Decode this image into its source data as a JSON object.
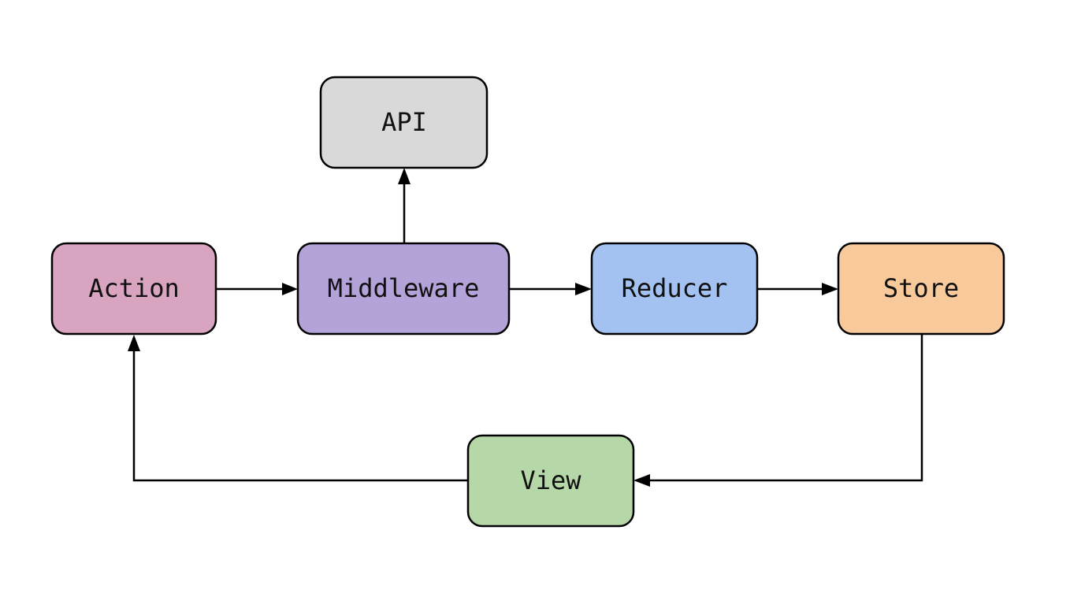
{
  "diagram": {
    "nodes": [
      {
        "id": "api",
        "label": "API",
        "color": "#d9d9d9"
      },
      {
        "id": "action",
        "label": "Action",
        "color": "#d8a4bf"
      },
      {
        "id": "middleware",
        "label": "Middleware",
        "color": "#b3a3d9"
      },
      {
        "id": "reducer",
        "label": "Reducer",
        "color": "#a3c2f2"
      },
      {
        "id": "store",
        "label": "Store",
        "color": "#f8c99b"
      },
      {
        "id": "view",
        "label": "View",
        "color": "#b6d7a8"
      }
    ],
    "edges": [
      {
        "from": "action",
        "to": "middleware"
      },
      {
        "from": "middleware",
        "to": "api"
      },
      {
        "from": "middleware",
        "to": "reducer"
      },
      {
        "from": "reducer",
        "to": "store"
      },
      {
        "from": "store",
        "to": "view"
      },
      {
        "from": "view",
        "to": "action"
      }
    ]
  }
}
